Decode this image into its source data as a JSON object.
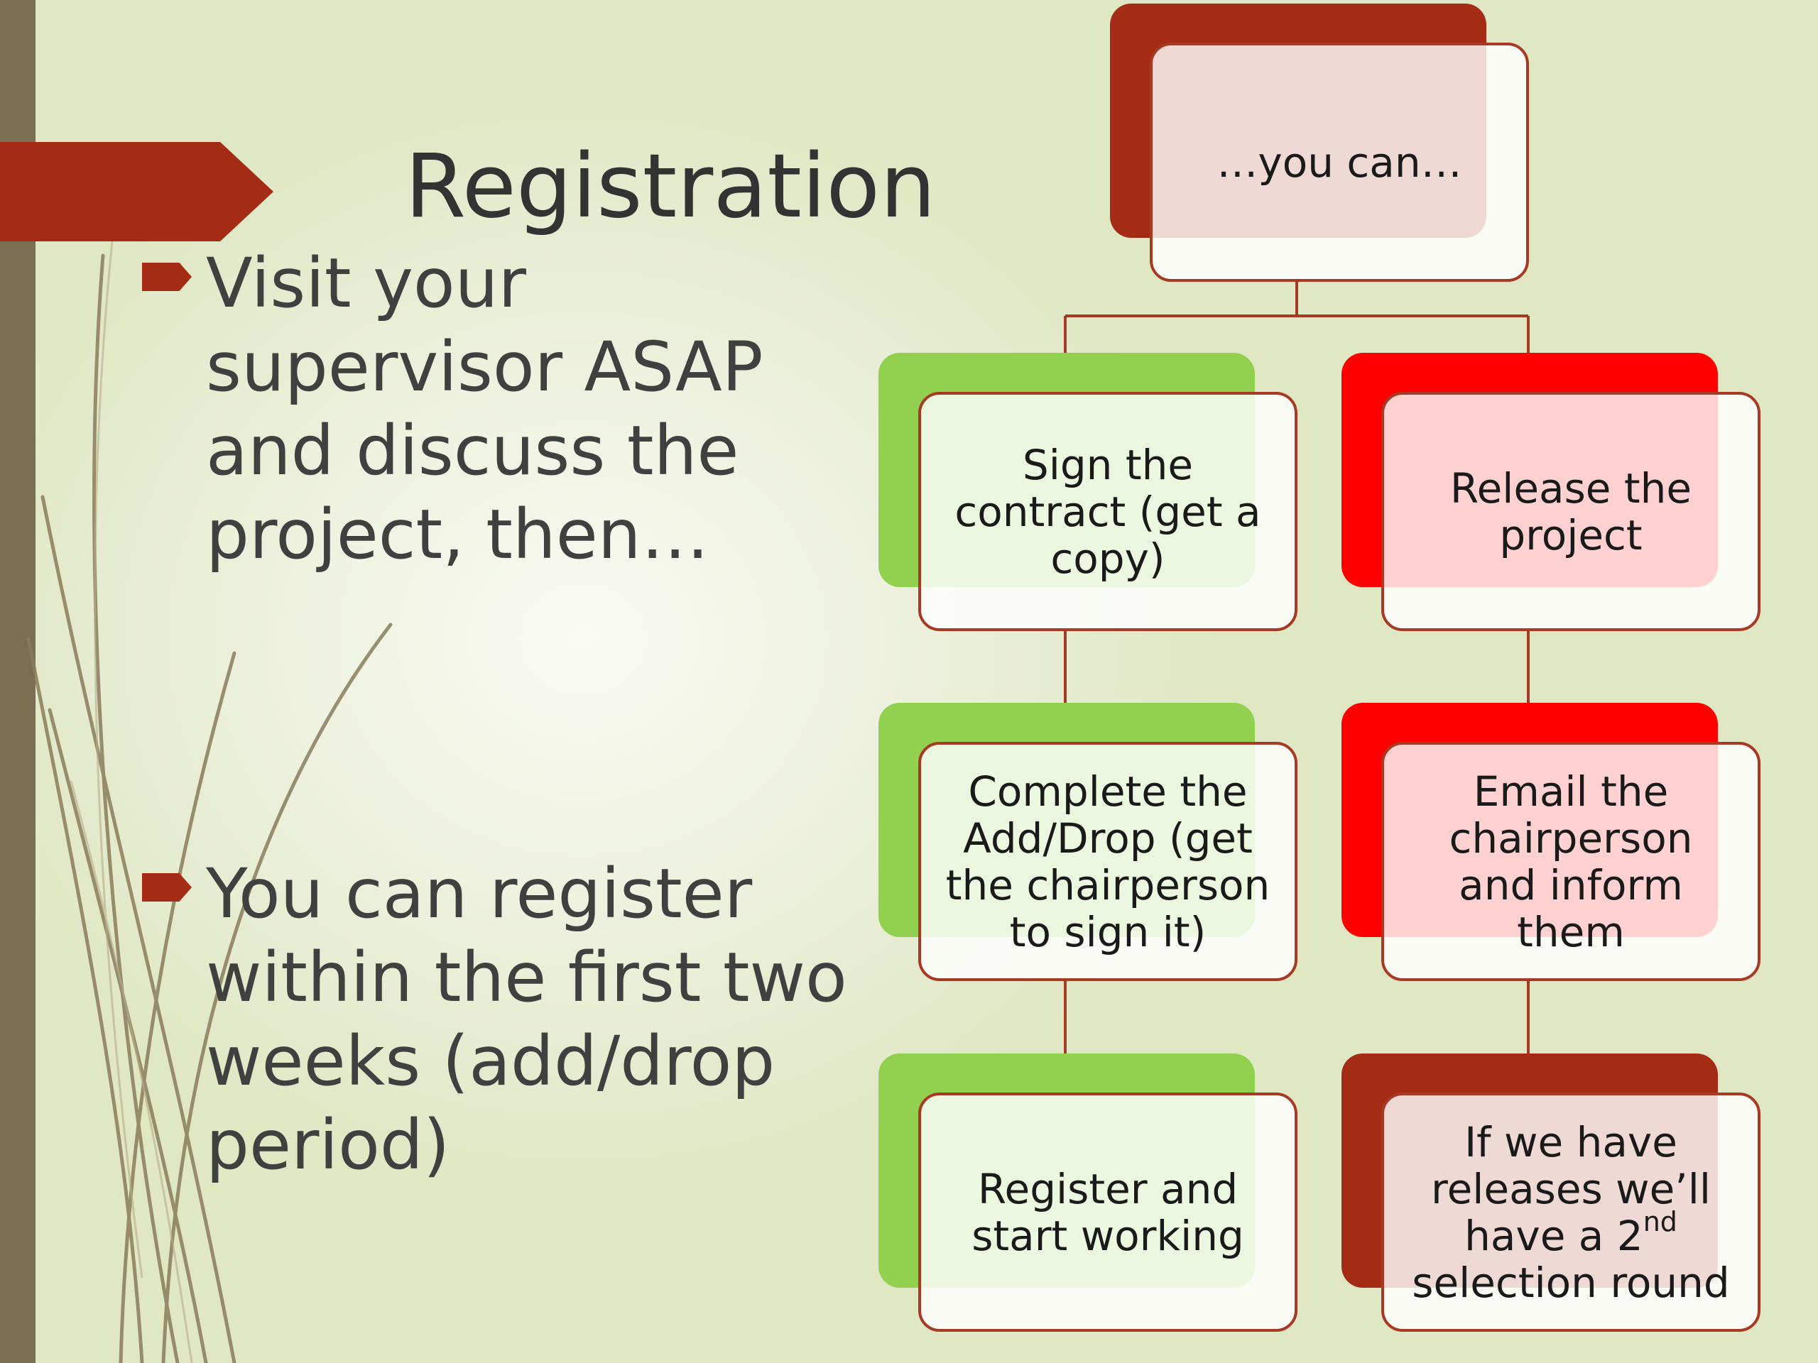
{
  "slide": {
    "title": "Registration",
    "bullets": [
      {
        "text": "Visit your supervisor ASAP and discuss the project, then…"
      },
      {
        "text": "You can register within the first two weeks (add/drop period)"
      }
    ]
  },
  "diagram": {
    "root": {
      "label": "…you can…"
    },
    "left_branch": [
      {
        "label": "Sign the\ncontract (get a\ncopy)"
      },
      {
        "label": "Complete the\nAdd/Drop (get\nthe chairperson\nto sign it)"
      },
      {
        "label": "Register and\nstart working"
      }
    ],
    "right_branch": [
      {
        "label": "Release the\nproject"
      },
      {
        "label": "Email the\nchairperson\nand inform\nthem"
      },
      {
        "label_main": "If we have\nreleases we’ll\nhave a 2",
        "label_sup": "nd",
        "label_tail": "\nselection round"
      }
    ]
  },
  "colors": {
    "accent": "#a52c14",
    "green": "#92d050",
    "red": "#ff0000",
    "sidebar": "#7a6d51",
    "border": "#a73a25"
  }
}
